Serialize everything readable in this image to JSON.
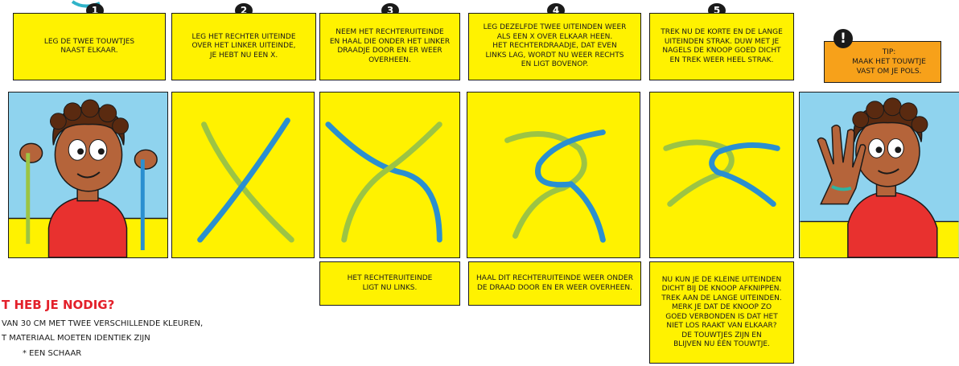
{
  "steps": [
    {
      "number": "1",
      "text": "LEG DE TWEE TOUWTJES\nNAAST ELKAAR."
    },
    {
      "number": "2",
      "text": "LEG HET RECHTER UITEINDE\nOVER HET LINKER UITEINDE,\nJE HEBT NU EEN X."
    },
    {
      "number": "3",
      "text": "NEEM HET RECHTERUITEINDE\nEN HAAL DIE ONDER HET LINKER\nDRAADJE DOOR EN ER WEER\nOVERHEEN."
    },
    {
      "number": "4",
      "text": "LEG DEZELFDE TWEE UITEINDEN WEER\nALS EEN X OVER ELKAAR HEEN.\nHET RECHTERDRAADJE, DAT EVEN\nLINKS LAG, WORDT NU WEER RECHTS\nEN LIGT BOVENOP."
    },
    {
      "number": "5",
      "text": "TREK NU DE KORTE EN DE LANGE\nUITEINDEN STRAK. DUW MET JE\nNAGELS DE KNOOP GOED DICHT\nEN TREK WEER HEEL STRAK."
    }
  ],
  "tip": {
    "mark": "!",
    "text": "TIP:\nMAAK HET TOUWTJE\nVAST OM JE POLS."
  },
  "notes": [
    "HET RECHTERUITEINDE\nLIGT NU LINKS.",
    "HAAL DIT RECHTERUITEINDE WEER ONDER\nDE DRAAD DOOR EN ER WEER OVERHEEN.",
    "NU KUN JE DE KLEINE UITEINDEN\nDICHT BIJ DE KNOOP AFKNIPPEN.\nTREK AAN DE LANGE UITEINDEN.\nMERK JE DAT DE KNOOP ZO\nGOED VERBONDEN IS DAT HET\nNIET LOS RAAKT VAN ELKAAR?\nDE TOUWTJES ZIJN EN\nBLIJVEN NU ÉÉN TOUWTJE."
  ],
  "needs": {
    "title": "T HEB JE NODIG?",
    "lines": [
      "VAN 30 CM MET TWEE VERSCHILLENDE KLEUREN,",
      "T MATERIAAL MOETEN IDENTIEK ZIJN",
      "* EEN SCHAAR"
    ]
  },
  "colors": {
    "panel_yellow": "#fff200",
    "sky_blue": "#8fd3ee",
    "rope_blue": "#2a8fd0",
    "rope_green": "#9cc444",
    "tip_orange": "#f7a11a",
    "title_red": "#e3202a",
    "shirt_red": "#e8312f",
    "skin_brown": "#b5643a"
  },
  "icons": [
    "kid-holding-ropes-illustration",
    "kid-waving-illustration",
    "exclamation-icon"
  ]
}
